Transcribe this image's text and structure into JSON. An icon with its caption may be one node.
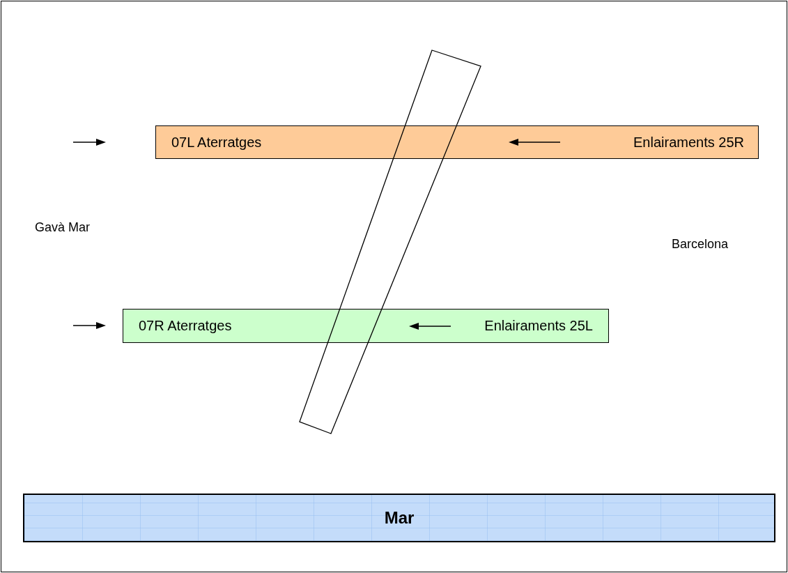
{
  "diagram": {
    "nodes": [
      {
        "text": [
          "07L Aterratges",
          "Enlairaments 25R"
        ]
      },
      {
        "text": [
          "07R Aterratges",
          "Enlairaments 25L"
        ]
      },
      {
        "text": [],
        "shape": "bar"
      },
      {
        "text": [
          "Mar"
        ]
      }
    ],
    "labels": [
      "Gavà Mar",
      "Barcelona"
    ]
  }
}
